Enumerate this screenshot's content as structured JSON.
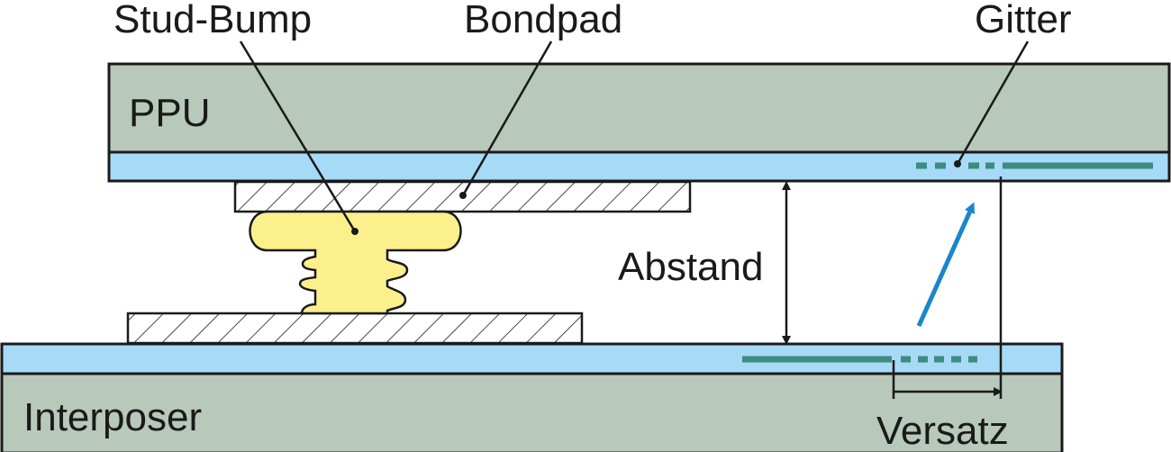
{
  "labels": {
    "stud_bump": "Stud-Bump",
    "bondpad": "Bondpad",
    "gitter": "Gitter",
    "ppu": "PPU",
    "abstand": "Abstand",
    "interposer": "Interposer",
    "versatz": "Versatz"
  },
  "colors": {
    "substrate": "#b8c8bb",
    "layer": "#a6daf7",
    "bump": "#fbf08c",
    "grating": "#3d8b82",
    "arrow_blue": "#1a86cc",
    "outline": "#1a1a1a"
  }
}
